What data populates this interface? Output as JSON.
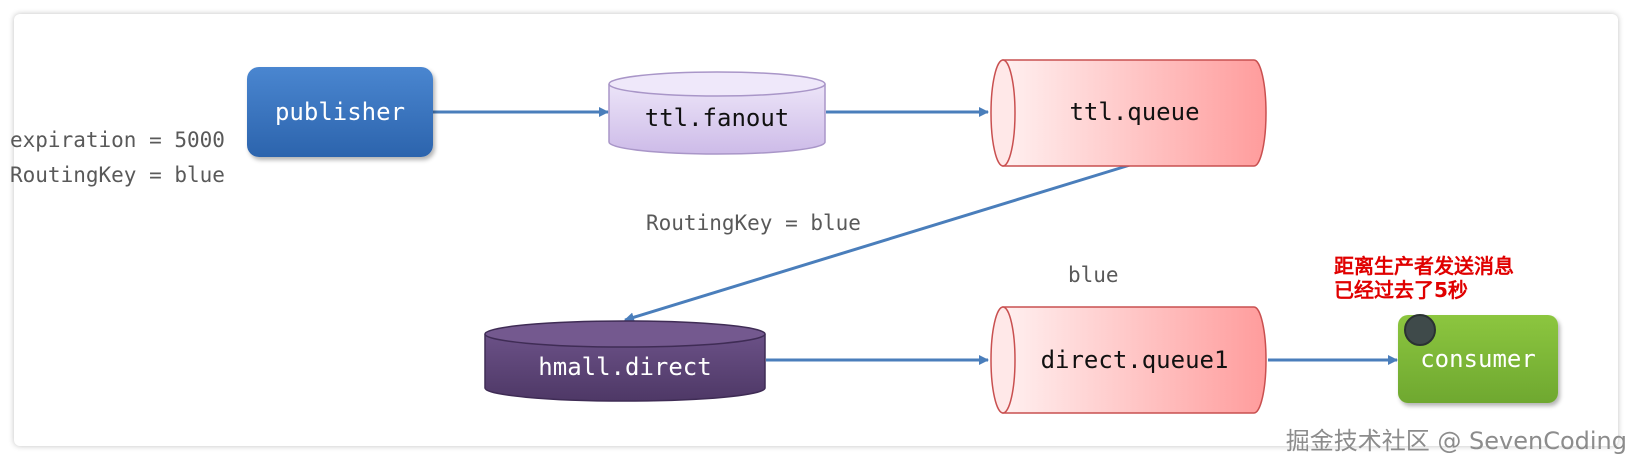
{
  "left_labels": {
    "expiration": "expiration = 5000",
    "routing_key": "RoutingKey = blue"
  },
  "nodes": {
    "publisher": "publisher",
    "ttl_fanout": "ttl.fanout",
    "ttl_queue": "ttl.queue",
    "hmall_direct": "hmall.direct",
    "direct_queue1": "direct.queue1",
    "consumer": "consumer"
  },
  "edge_labels": {
    "routing_key": "RoutingKey = blue",
    "blue": "blue"
  },
  "annotation": {
    "line1": "距离生产者发送消息",
    "line2": "已经过去了5秒"
  },
  "watermark": "掘金技术社区 @ SevenCoding",
  "colors": {
    "arrow": "#4a7ebb",
    "publisher": "#2f6db5",
    "fanout_exchange": "#d9ccef",
    "direct_exchange": "#5e4677",
    "queue": "#ffc9c9",
    "consumer": "#7cb83a",
    "annotation": "#e00000"
  }
}
